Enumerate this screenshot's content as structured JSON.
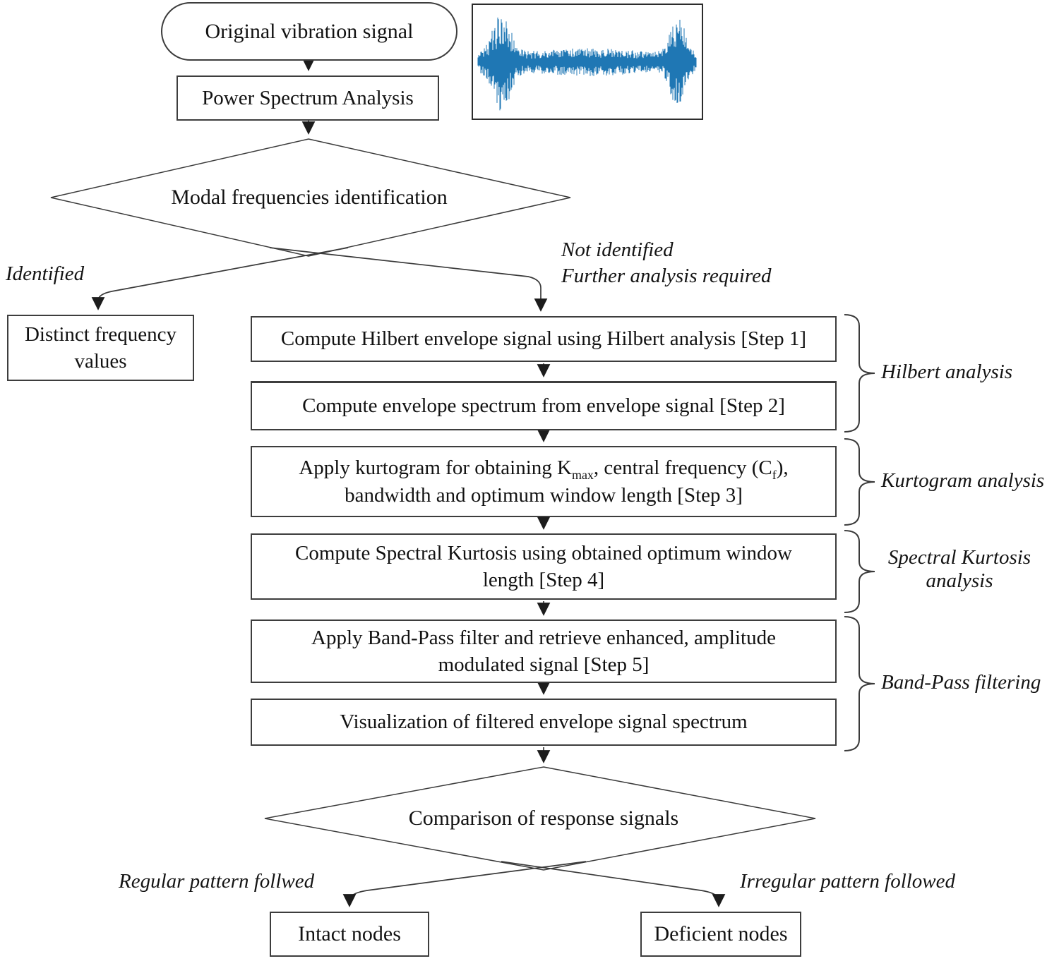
{
  "flow": {
    "start": "Original vibration signal",
    "power_spectrum": "Power Spectrum Analysis",
    "decision1": "Modal frequencies identification",
    "branch_identified": "Identified",
    "branch_not_identified": [
      "Not identified",
      "Further analysis required"
    ],
    "distinct_values": "Distinct frequency values",
    "steps": {
      "step1": "Compute Hilbert envelope signal using Hilbert analysis [Step 1]",
      "step2": "Compute envelope spectrum from envelope signal [Step 2]",
      "step3": {
        "p1": "Apply kurtogram for obtaining K",
        "s1": "max",
        "p2": ", central  frequency (C",
        "s2": "f",
        "p3": "), bandwidth and optimum window length [Step 3]"
      },
      "step4": "Compute Spectral Kurtosis using obtained optimum window length [Step 4]",
      "step5": "Apply Band-Pass filter and retrieve enhanced, amplitude modulated signal [Step 5]",
      "step6": "Visualization of filtered envelope signal spectrum"
    },
    "groups": [
      "Hilbert analysis",
      "Kurtogram analysis",
      "Spectral Kurtosis analysis",
      "Band-Pass filtering"
    ],
    "decision2": "Comparison of response signals",
    "branch_regular": "Regular pattern follwed",
    "branch_irregular": "Irregular pattern followed",
    "intact": "Intact nodes",
    "deficient": "Deficient nodes"
  },
  "waveform": {
    "name": "vibration-signal-waveform",
    "color": "#1f77b4"
  }
}
